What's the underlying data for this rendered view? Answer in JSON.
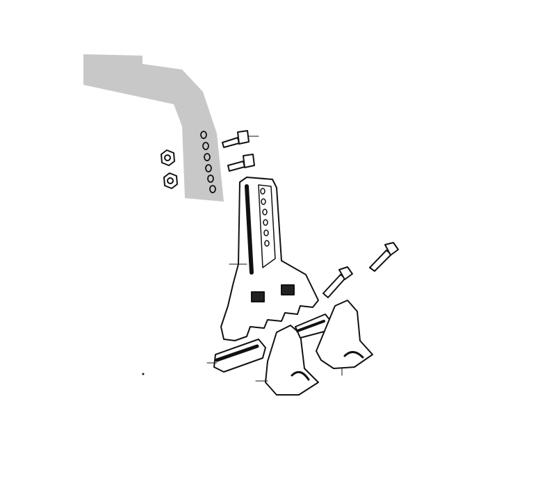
{
  "diagram": {
    "type": "exploded-parts-view",
    "colors": {
      "background": "#ffffff",
      "bracket_fill": "#c8c8c8",
      "line": "#111111"
    },
    "parts": [
      {
        "name": "mounting-bracket"
      },
      {
        "name": "nut",
        "count": 2
      },
      {
        "name": "bolt",
        "count": 4
      },
      {
        "name": "shank"
      },
      {
        "name": "point",
        "count": 4
      }
    ]
  }
}
